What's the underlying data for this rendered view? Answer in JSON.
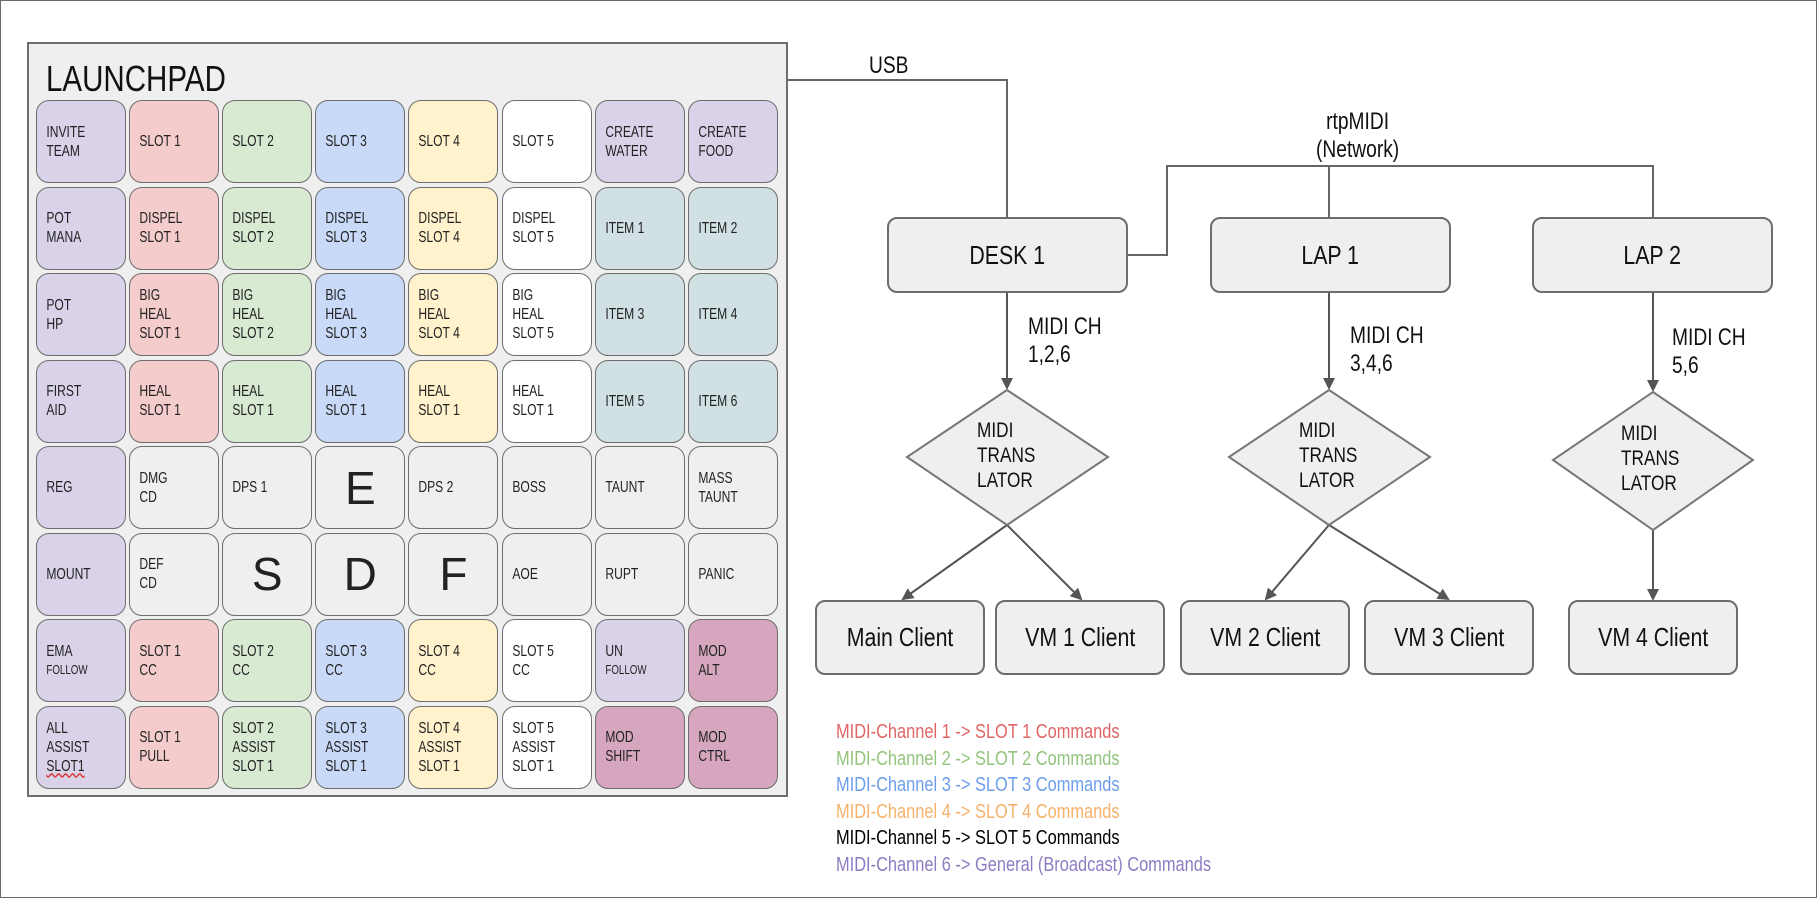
{
  "launchpad": {
    "title": "LAUNCHPAD",
    "colors": {
      "purple": "#d9d2e9",
      "red": "#f4cccc",
      "green": "#d9ead3",
      "blue": "#c9daf8",
      "yellow": "#fff2cc",
      "white": "#ffffff",
      "teal": "#d0e0e3",
      "grey": "#efefef",
      "mauve": "#d5a6bd"
    },
    "rows": [
      [
        {
          "text": "INVITE\nTEAM",
          "color": "purple"
        },
        {
          "text": "SLOT 1",
          "color": "red"
        },
        {
          "text": "SLOT 2",
          "color": "green"
        },
        {
          "text": "SLOT 3",
          "color": "blue"
        },
        {
          "text": "SLOT 4",
          "color": "yellow"
        },
        {
          "text": "SLOT 5",
          "color": "white"
        },
        {
          "text": "CREATE\nWATER",
          "color": "purple"
        },
        {
          "text": "CREATE\nFOOD",
          "color": "purple"
        }
      ],
      [
        {
          "text": "POT\nMANA",
          "color": "purple"
        },
        {
          "text": "DISPEL\nSLOT 1",
          "color": "red"
        },
        {
          "text": "DISPEL\nSLOT 2",
          "color": "green"
        },
        {
          "text": "DISPEL\nSLOT 3",
          "color": "blue"
        },
        {
          "text": "DISPEL\nSLOT 4",
          "color": "yellow"
        },
        {
          "text": "DISPEL\nSLOT 5",
          "color": "white"
        },
        {
          "text": "ITEM 1",
          "color": "teal"
        },
        {
          "text": "ITEM 2",
          "color": "teal"
        }
      ],
      [
        {
          "text": "POT\nHP",
          "color": "purple"
        },
        {
          "text": "BIG\nHEAL\nSLOT 1",
          "color": "red"
        },
        {
          "text": "BIG\nHEAL\nSLOT 2",
          "color": "green"
        },
        {
          "text": "BIG\nHEAL\nSLOT 3",
          "color": "blue"
        },
        {
          "text": "BIG\nHEAL\nSLOT 4",
          "color": "yellow"
        },
        {
          "text": "BIG\nHEAL\nSLOT 5",
          "color": "white"
        },
        {
          "text": "ITEM 3",
          "color": "teal"
        },
        {
          "text": "ITEM 4",
          "color": "teal"
        }
      ],
      [
        {
          "text": "FIRST\nAID",
          "color": "purple"
        },
        {
          "text": "HEAL\nSLOT 1",
          "color": "red"
        },
        {
          "text": "HEAL\nSLOT 1",
          "color": "green"
        },
        {
          "text": "HEAL\nSLOT 1",
          "color": "blue"
        },
        {
          "text": "HEAL\nSLOT 1",
          "color": "yellow"
        },
        {
          "text": "HEAL\nSLOT 1",
          "color": "white"
        },
        {
          "text": "ITEM 5",
          "color": "teal"
        },
        {
          "text": "ITEM 6",
          "color": "teal"
        }
      ],
      [
        {
          "text": "REG",
          "color": "purple"
        },
        {
          "text": "DMG\nCD",
          "color": "grey"
        },
        {
          "text": "DPS 1",
          "color": "grey"
        },
        {
          "text": "E",
          "color": "grey",
          "big": true
        },
        {
          "text": "DPS 2",
          "color": "grey"
        },
        {
          "text": "BOSS",
          "color": "grey"
        },
        {
          "text": "TAUNT",
          "color": "grey"
        },
        {
          "text": "MASS\nTAUNT",
          "color": "grey"
        }
      ],
      [
        {
          "text": "MOUNT",
          "color": "purple"
        },
        {
          "text": "DEF\nCD",
          "color": "grey"
        },
        {
          "text": "S",
          "color": "grey",
          "big": true
        },
        {
          "text": "D",
          "color": "grey",
          "big": true
        },
        {
          "text": "F",
          "color": "grey",
          "big": true
        },
        {
          "text": "AOE",
          "color": "grey"
        },
        {
          "text": "RUPT",
          "color": "grey"
        },
        {
          "text": "PANIC",
          "color": "grey"
        }
      ],
      [
        {
          "text": "EMA\nFOLLOW",
          "color": "purple"
        },
        {
          "text": "SLOT 1\nCC",
          "color": "red"
        },
        {
          "text": "SLOT 2\nCC",
          "color": "green"
        },
        {
          "text": "SLOT 3\nCC",
          "color": "blue"
        },
        {
          "text": "SLOT 4\nCC",
          "color": "yellow"
        },
        {
          "text": "SLOT 5\nCC",
          "color": "white"
        },
        {
          "text": "UN\nFOLLOW",
          "color": "purple"
        },
        {
          "text": "MOD\nALT",
          "color": "mauve"
        }
      ],
      [
        {
          "text": "ALL\nASSIST\nSLOT1",
          "color": "purple"
        },
        {
          "text": "SLOT 1\nPULL",
          "color": "red"
        },
        {
          "text": "SLOT 2\nASSIST\nSLOT 1",
          "color": "green"
        },
        {
          "text": "SLOT 3\nASSIST\nSLOT 1",
          "color": "blue"
        },
        {
          "text": "SLOT 4\nASSIST\nSLOT 1",
          "color": "yellow"
        },
        {
          "text": "SLOT 5\nASSIST\nSLOT 1",
          "color": "white"
        },
        {
          "text": "MOD\nSHIFT",
          "color": "mauve"
        },
        {
          "text": "MOD\nCTRL",
          "color": "mauve"
        }
      ]
    ]
  },
  "links": {
    "usb": "USB",
    "rtpmidi": "rtpMIDI\n(Network)",
    "midi_desk": "MIDI CH\n1,2,6",
    "midi_lap1": "MIDI CH\n3,4,6",
    "midi_lap2": "MIDI CH\n5,6"
  },
  "nodes": {
    "desk1": "DESK 1",
    "lap1": "LAP 1",
    "lap2": "LAP 2",
    "translator_desk": "MIDI\nTRANS\nLATOR",
    "translator_lap1": "MIDI\nTRANS\nLATOR",
    "translator_lap2": "MIDI\nTRANS\nLATOR",
    "main_client": "Main Client",
    "vm1_client": "VM 1 Client",
    "vm2_client": "VM 2 Client",
    "vm3_client": "VM 3 Client",
    "vm4_client": "VM 4 Client"
  },
  "legend": [
    {
      "text": "MIDI-Channel 1 -> SLOT 1 Commands",
      "color": "#e06666"
    },
    {
      "text": "MIDI-Channel 2 -> SLOT 2 Commands",
      "color": "#93c47d"
    },
    {
      "text": "MIDI-Channel 3 -> SLOT 3 Commands",
      "color": "#6d9eeb"
    },
    {
      "text": "MIDI-Channel 4 -> SLOT 4 Commands",
      "color": "#f6b26b"
    },
    {
      "text": "MIDI-Channel 5 -> SLOT 5 Commands",
      "color": "#000000"
    },
    {
      "text": "MIDI-Channel 6 -> General (Broadcast) Commands",
      "color": "#8e7cc3"
    }
  ]
}
